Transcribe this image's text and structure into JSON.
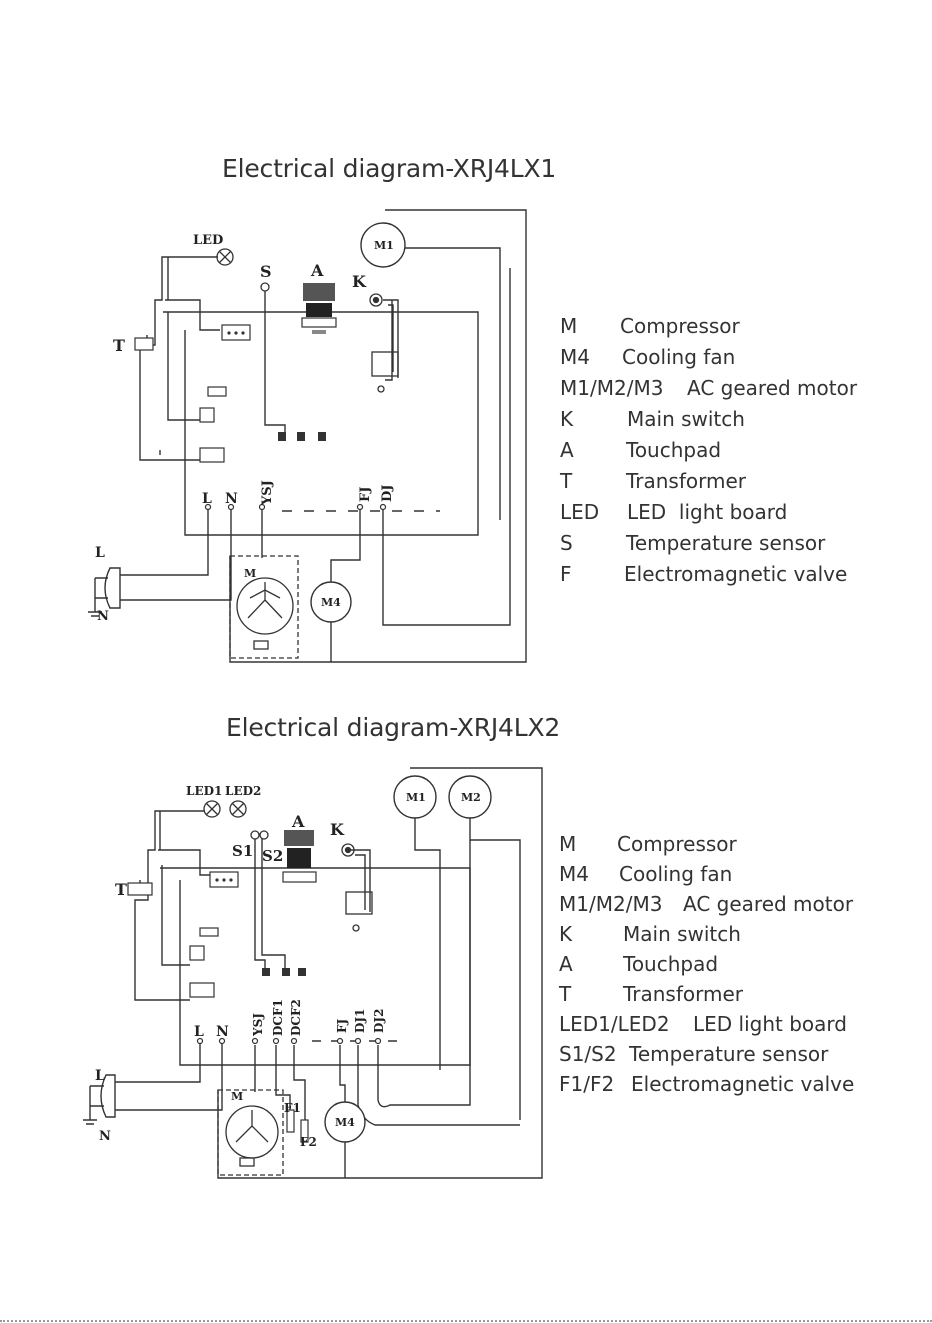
{
  "diagram1": {
    "title": "Electrical diagram-XRJ4LX1",
    "labels": {
      "led": "LED",
      "s": "S",
      "a": "A",
      "k": "K",
      "t": "T",
      "l_term": "L",
      "n_term": "N",
      "ysj": "YSJ",
      "fj": "FJ",
      "dj": "DJ",
      "plug_l": "L",
      "plug_n": "N",
      "m": "M",
      "m1": "M1",
      "m4": "M4"
    },
    "legend": [
      {
        "key": "M",
        "value": "Compressor"
      },
      {
        "key": "M4",
        "value": "Cooling fan"
      },
      {
        "key": "M1/M2/M3",
        "value": "AC geared motor"
      },
      {
        "key": "K",
        "value": "Main switch"
      },
      {
        "key": "A",
        "value": "Touchpad"
      },
      {
        "key": "T",
        "value": "Transformer"
      },
      {
        "key": "LED",
        "value": "LED  light board"
      },
      {
        "key": "S",
        "value": "Temperature sensor"
      },
      {
        "key": "F",
        "value": "Electromagnetic valve"
      }
    ]
  },
  "diagram2": {
    "title": "Electrical diagram-XRJ4LX2",
    "labels": {
      "led1": "LED1",
      "led2": "LED2",
      "s1": "S1",
      "s2": "S2",
      "a": "A",
      "k": "K",
      "t": "T",
      "l_term": "L",
      "n_term": "N",
      "ysj": "YSJ",
      "dcf1": "DCF1",
      "dcf2": "DCF2",
      "fj": "FJ",
      "dj1": "DJ1",
      "dj2": "DJ2",
      "plug_l": "L",
      "plug_n": "N",
      "m": "M",
      "m1": "M1",
      "m2": "M2",
      "m4": "M4",
      "f1": "F1",
      "f2": "F2"
    },
    "legend": [
      {
        "key": "M",
        "value": "Compressor"
      },
      {
        "key": "M4",
        "value": "Cooling fan"
      },
      {
        "key": "M1/M2/M3",
        "value": "AC geared motor"
      },
      {
        "key": "K",
        "value": "Main switch"
      },
      {
        "key": "A",
        "value": "Touchpad"
      },
      {
        "key": "T",
        "value": "Transformer"
      },
      {
        "key": "LED1/LED2",
        "value": "LED light board"
      },
      {
        "key": "S1/S2",
        "value": "Temperature sensor"
      },
      {
        "key": "F1/F2",
        "value": "Electromagnetic valve"
      }
    ]
  }
}
